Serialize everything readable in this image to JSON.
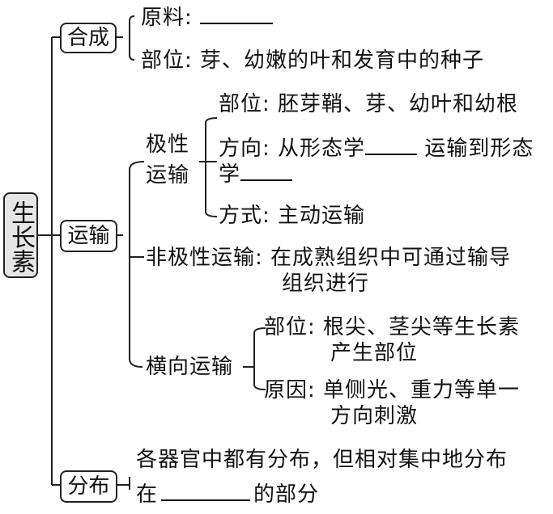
{
  "root": {
    "label": "生长素"
  },
  "synthesis": {
    "label": "合成",
    "material": {
      "label": "原料:"
    },
    "site": {
      "label": "部位:",
      "text": "芽、幼嫩的叶和发育中的种子"
    }
  },
  "transport": {
    "label": "运输",
    "polar": {
      "label_line1": "极性",
      "label_line2": "运输",
      "site": {
        "label": "部位:",
        "text": "胚芽鞘、芽、幼叶和幼根"
      },
      "direction": {
        "label": "方向:",
        "text_before": "从形态学",
        "text_middle": "运输到形态",
        "text_line2": "学"
      },
      "mode": {
        "label": "方式:",
        "text": "主动运输"
      }
    },
    "nonpolar": {
      "label": "非极性运输:",
      "text_line1": "在成熟组织中可通过输导",
      "text_line2": "组织进行"
    },
    "lateral": {
      "label": "横向运输",
      "site": {
        "label": "部位:",
        "text_line1": "根尖、茎尖等生长素",
        "text_line2": "产生部位"
      },
      "cause": {
        "label": "原因:",
        "text_line1": "单侧光、重力等单一",
        "text_line2": "方向刺激"
      }
    }
  },
  "distribution": {
    "label": "分布",
    "text_line1": "各器官中都有分布，但相对集中地分布",
    "text_line2_before": "在",
    "text_line2_after": "的部分"
  }
}
